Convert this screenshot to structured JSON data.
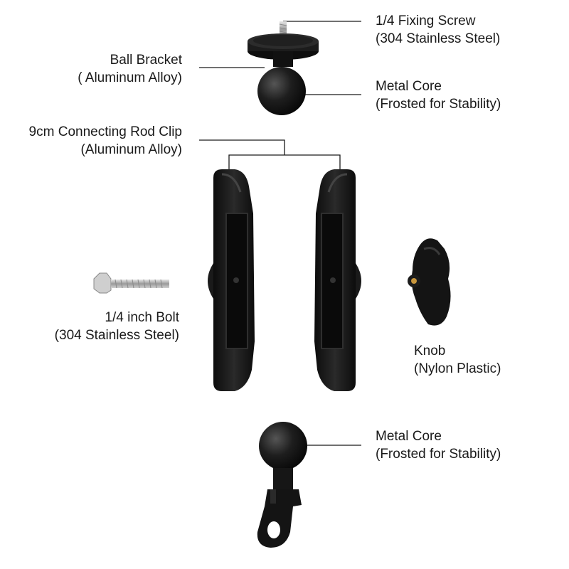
{
  "labels": {
    "fixing_screw": {
      "line1": "1/4 Fixing Screw",
      "line2": "(304 Stainless Steel)"
    },
    "ball_bracket": {
      "line1": "Ball Bracket",
      "line2": "( Aluminum Alloy)"
    },
    "metal_core_top": {
      "line1": "Metal Core",
      "line2": "(Frosted for Stability)"
    },
    "rod_clip": {
      "line1": "9cm Connecting Rod Clip",
      "line2": "(Aluminum Alloy)"
    },
    "bolt": {
      "line1": "1/4 inch Bolt",
      "line2": "(304 Stainless Steel)"
    },
    "knob": {
      "line1": "Knob",
      "line2": "(Nylon Plastic)"
    },
    "metal_core_bottom": {
      "line1": "Metal Core",
      "line2": "(Frosted for Stability)"
    }
  },
  "colors": {
    "part_black": "#141414",
    "part_highlight": "#3a3a3a",
    "steel": "#b8b8b8",
    "brass": "#c8963c",
    "leader_line": "#1a1a1a"
  },
  "icons": [
    "screw-mount-icon",
    "ball-bracket-icon",
    "rod-clip-icon",
    "bolt-icon",
    "knob-icon",
    "ball-base-icon"
  ]
}
